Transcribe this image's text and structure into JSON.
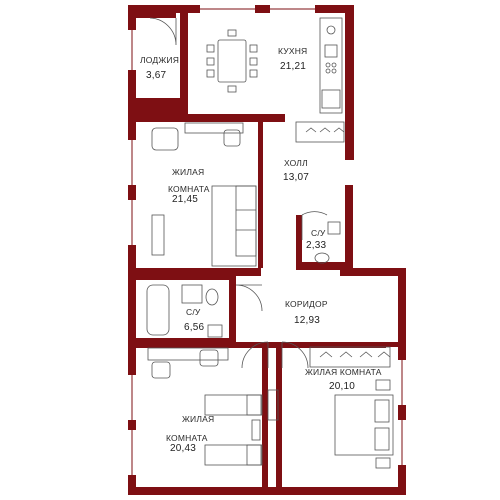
{
  "colors": {
    "wall": "#7e0f13",
    "furniture": "#555555",
    "floor": "#ffffff"
  },
  "rooms": [
    {
      "id": "loggia",
      "name": "ЛОДЖИЯ",
      "area": "3,67"
    },
    {
      "id": "kitchen",
      "name": "КУХНЯ",
      "area": "21,21"
    },
    {
      "id": "living1",
      "name": "ЖИЛАЯ",
      "name2": "КОМНАТА",
      "area": "21,45"
    },
    {
      "id": "hall",
      "name": "ХОЛЛ",
      "area": "13,07"
    },
    {
      "id": "wc1",
      "name": "С/У",
      "area": "2,33"
    },
    {
      "id": "bath",
      "name": "С/У",
      "area": "6,56"
    },
    {
      "id": "corridor",
      "name": "КОРИДОР",
      "area": "12,93"
    },
    {
      "id": "living2",
      "name": "ЖИЛАЯ КОМНАТА",
      "area": "20,10"
    },
    {
      "id": "living3",
      "name": "ЖИЛАЯ",
      "name2": "КОМНАТА",
      "area": "20,43"
    }
  ]
}
